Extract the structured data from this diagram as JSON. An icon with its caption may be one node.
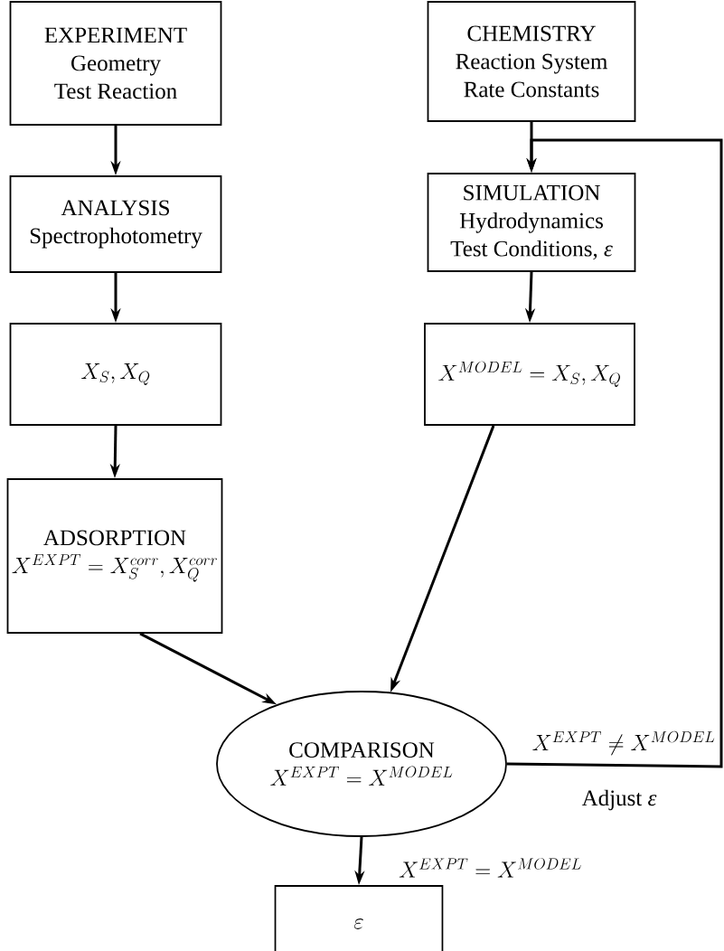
{
  "diagram": {
    "nodes": [
      {
        "text": [
          "EXPERIMENT",
          "Geometry",
          "Test Reaction"
        ]
      },
      {
        "text": [
          "CHEMISTRY",
          "Reaction System",
          "Rate Constants"
        ]
      },
      {
        "text": [
          "ANALYSIS",
          "Spectrophotometry"
        ]
      },
      {
        "text": [
          "SIMULATION",
          "Hydrodynamics",
          "Test Conditions, *ε*"
        ]
      },
      {
        "text": [
          "X_S, X_Q"
        ]
      },
      {
        "text": [
          "X^{MODEL} = X_S, X_Q"
        ]
      },
      {
        "text": [
          "ADSORPTION",
          "X^{EXPT} = X_S^{corr}, X_Q^{corr}"
        ]
      },
      {
        "text": [
          "COMPARISON",
          "X^{EXPT} = X^{MODEL}"
        ]
      },
      {
        "text": [
          "\\varepsilon"
        ]
      }
    ],
    "edges": [
      {
        "from": 0,
        "to": 2,
        "arrow": "to"
      },
      {
        "from": 1,
        "to": 3,
        "arrow": "to"
      },
      {
        "from": 2,
        "to": 4,
        "arrow": "to"
      },
      {
        "from": 3,
        "to": 5,
        "arrow": "to"
      },
      {
        "from": 4,
        "to": 6,
        "arrow": "to"
      },
      {
        "from": 6,
        "to": 7,
        "arrow": "to"
      },
      {
        "from": 5,
        "to": 7,
        "arrow": "to"
      },
      {
        "from": 7,
        "to": 8,
        "arrow": "to",
        "label": "X^{EXPT} = X^{MODEL}"
      },
      {
        "from": 7,
        "to": 3,
        "arrow": "to",
        "label": "X^{EXPT} \\neq X^{MODEL}"
      }
    ],
    "labels": [
      "Adjust *ε*"
    ]
  }
}
